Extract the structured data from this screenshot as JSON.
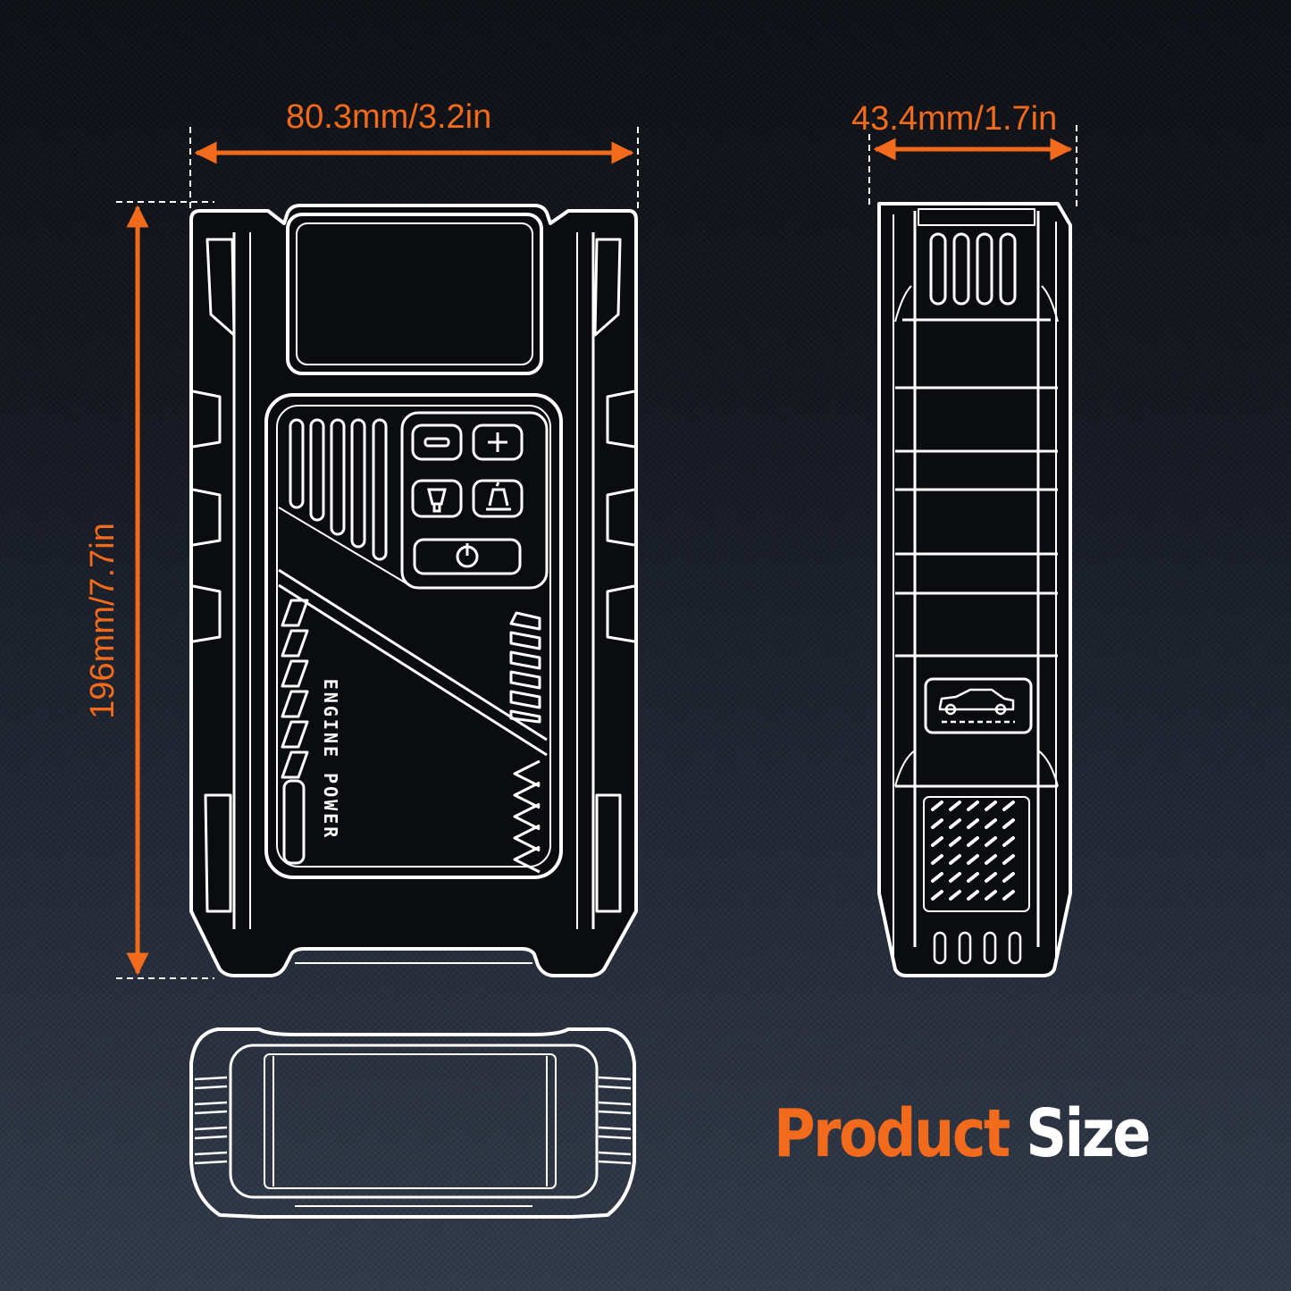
{
  "dimensions": {
    "width_label": "80.3mm/3.2in",
    "depth_label": "43.4mm/1.7in",
    "height_label": "196mm/7.7in"
  },
  "device_front": {
    "brand_text": "ENGINE POWER",
    "buttons": [
      {
        "icon": "minus-icon"
      },
      {
        "icon": "plus-icon"
      },
      {
        "icon": "flashlight-icon"
      },
      {
        "icon": "tire-inflator-icon"
      },
      {
        "icon": "power-icon"
      }
    ]
  },
  "device_side": {
    "port_icon": "car-jump-icon"
  },
  "title": {
    "word1": "Product",
    "word2": "Size"
  },
  "colors": {
    "accent": "#f26a1b",
    "line": "#ffffff",
    "background_top": "#0f1116",
    "background_bottom": "#333b4b"
  }
}
